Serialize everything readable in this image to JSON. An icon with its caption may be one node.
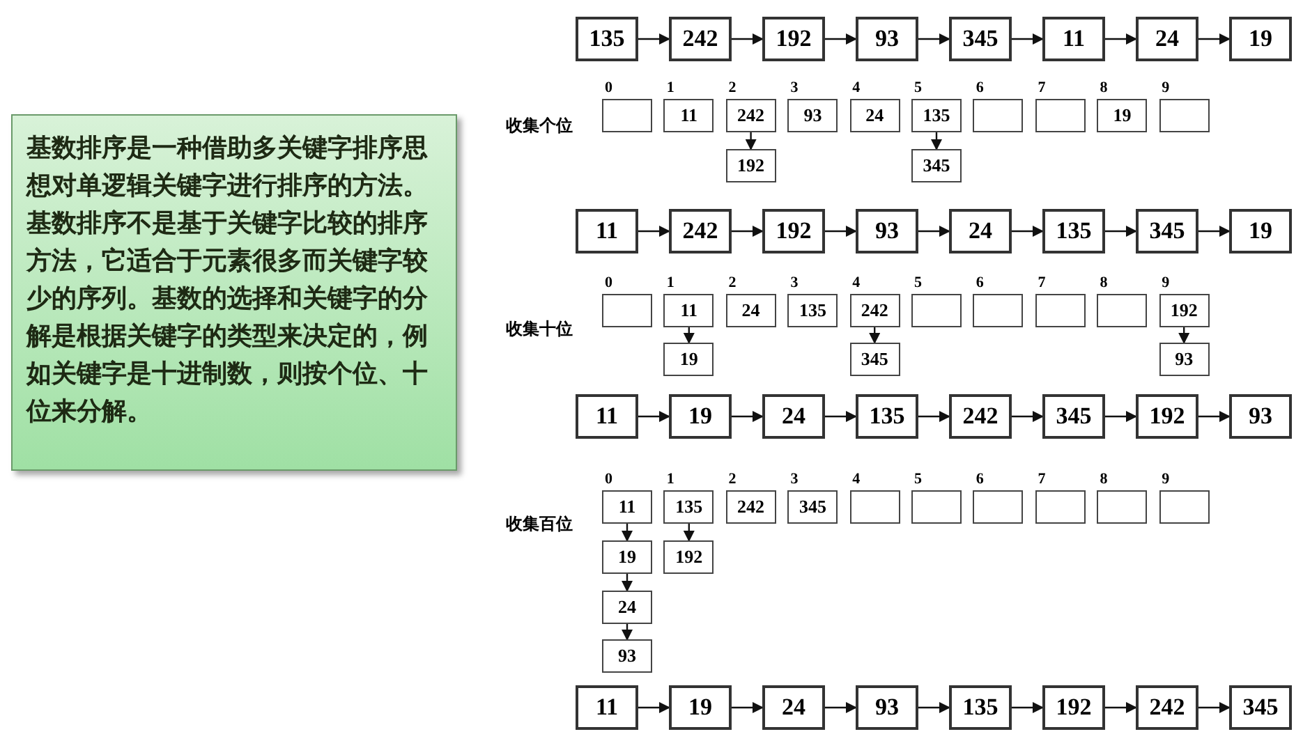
{
  "diagram": {
    "nodes": [
      {
        "text": [
          "基数排序是一种借助多关键字排序思想对单逻辑关键字进行排序的方法。基数排序不是基于关键字比较的排序方法，它适合于元素很多而关键字较少的序列。基数的选择和关键字的分解是根据关键字的类型来决定的，例如关键字是十进制数，则按个位、十位来分解。"
        ]
      },
      {
        "text": [
          "135"
        ]
      },
      {
        "text": [
          "242"
        ]
      },
      {
        "text": [
          "192"
        ]
      },
      {
        "text": [
          "93"
        ]
      },
      {
        "text": [
          "345"
        ]
      },
      {
        "text": [
          "11"
        ]
      },
      {
        "text": [
          "24"
        ]
      },
      {
        "text": [
          "19"
        ]
      },
      {
        "text": [],
        "shape": "box",
        "beside": [
          "0"
        ]
      },
      {
        "text": [
          "11"
        ],
        "beside": [
          "1"
        ]
      },
      {
        "text": [
          "242"
        ],
        "beside": [
          "2"
        ]
      },
      {
        "text": [
          "93"
        ],
        "beside": [
          "3"
        ]
      },
      {
        "text": [
          "24"
        ],
        "beside": [
          "4"
        ]
      },
      {
        "text": [
          "135"
        ],
        "beside": [
          "5"
        ]
      },
      {
        "text": [],
        "shape": "box",
        "beside": [
          "6"
        ]
      },
      {
        "text": [],
        "shape": "box",
        "beside": [
          "7"
        ]
      },
      {
        "text": [
          "19"
        ],
        "beside": [
          "8"
        ]
      },
      {
        "text": [],
        "shape": "box",
        "beside": [
          "9"
        ]
      },
      {
        "text": [
          "192"
        ]
      },
      {
        "text": [
          "345"
        ]
      },
      {
        "text": [
          "11"
        ]
      },
      {
        "text": [
          "242"
        ]
      },
      {
        "text": [
          "192"
        ]
      },
      {
        "text": [
          "93"
        ]
      },
      {
        "text": [
          "24"
        ]
      },
      {
        "text": [
          "135"
        ]
      },
      {
        "text": [
          "345"
        ]
      },
      {
        "text": [
          "19"
        ]
      },
      {
        "text": [],
        "shape": "box",
        "beside": [
          "0"
        ]
      },
      {
        "text": [
          "11"
        ],
        "beside": [
          "1"
        ]
      },
      {
        "text": [
          "24"
        ],
        "beside": [
          "2"
        ]
      },
      {
        "text": [
          "135"
        ],
        "beside": [
          "3"
        ]
      },
      {
        "text": [
          "242"
        ],
        "beside": [
          "4"
        ]
      },
      {
        "text": [],
        "shape": "box",
        "beside": [
          "5"
        ]
      },
      {
        "text": [],
        "shape": "box",
        "beside": [
          "6"
        ]
      },
      {
        "text": [],
        "shape": "box",
        "beside": [
          "7"
        ]
      },
      {
        "text": [],
        "shape": "box",
        "beside": [
          "8"
        ]
      },
      {
        "text": [
          "192"
        ],
        "beside": [
          "9"
        ]
      },
      {
        "text": [
          "19"
        ]
      },
      {
        "text": [
          "345"
        ]
      },
      {
        "text": [
          "93"
        ]
      },
      {
        "text": [
          "11"
        ]
      },
      {
        "text": [
          "19"
        ]
      },
      {
        "text": [
          "24"
        ]
      },
      {
        "text": [
          "135"
        ]
      },
      {
        "text": [
          "242"
        ]
      },
      {
        "text": [
          "345"
        ]
      },
      {
        "text": [
          "192"
        ]
      },
      {
        "text": [
          "93"
        ]
      },
      {
        "text": [
          "11"
        ],
        "beside": [
          "0"
        ]
      },
      {
        "text": [
          "135"
        ],
        "beside": [
          "1"
        ]
      },
      {
        "text": [
          "242"
        ],
        "beside": [
          "2"
        ]
      },
      {
        "text": [
          "345"
        ],
        "beside": [
          "3"
        ]
      },
      {
        "text": [],
        "shape": "box",
        "beside": [
          "4"
        ]
      },
      {
        "text": [],
        "shape": "box",
        "beside": [
          "5"
        ]
      },
      {
        "text": [],
        "shape": "box",
        "beside": [
          "6"
        ]
      },
      {
        "text": [],
        "shape": "box",
        "beside": [
          "7"
        ]
      },
      {
        "text": [],
        "shape": "box",
        "beside": [
          "8"
        ]
      },
      {
        "text": [],
        "shape": "box",
        "beside": [
          "9"
        ]
      },
      {
        "text": [
          "19"
        ]
      },
      {
        "text": [
          "24"
        ]
      },
      {
        "text": [
          "93"
        ]
      },
      {
        "text": [
          "192"
        ]
      },
      {
        "text": [
          "11"
        ]
      },
      {
        "text": [
          "19"
        ]
      },
      {
        "text": [
          "24"
        ]
      },
      {
        "text": [
          "93"
        ]
      },
      {
        "text": [
          "135"
        ]
      },
      {
        "text": [
          "192"
        ]
      },
      {
        "text": [
          "242"
        ]
      },
      {
        "text": [
          "345"
        ]
      }
    ],
    "edges": [
      {
        "from": 1,
        "to": 2,
        "arrow": "to"
      },
      {
        "from": 2,
        "to": 3,
        "arrow": "to"
      },
      {
        "from": 3,
        "to": 4,
        "arrow": "to"
      },
      {
        "from": 4,
        "to": 5,
        "arrow": "to"
      },
      {
        "from": 5,
        "to": 6,
        "arrow": "to"
      },
      {
        "from": 6,
        "to": 7,
        "arrow": "to"
      },
      {
        "from": 7,
        "to": 8,
        "arrow": "to"
      },
      {
        "from": 11,
        "to": 19,
        "arrow": "to"
      },
      {
        "from": 14,
        "to": 20,
        "arrow": "to"
      },
      {
        "from": 21,
        "to": 22,
        "arrow": "to"
      },
      {
        "from": 22,
        "to": 23,
        "arrow": "to"
      },
      {
        "from": 23,
        "to": 24,
        "arrow": "to"
      },
      {
        "from": 24,
        "to": 25,
        "arrow": "to"
      },
      {
        "from": 25,
        "to": 26,
        "arrow": "to"
      },
      {
        "from": 26,
        "to": 27,
        "arrow": "to"
      },
      {
        "from": 27,
        "to": 28,
        "arrow": "to"
      },
      {
        "from": 30,
        "to": 39,
        "arrow": "to"
      },
      {
        "from": 33,
        "to": 40,
        "arrow": "to"
      },
      {
        "from": 38,
        "to": 41,
        "arrow": "to"
      },
      {
        "from": 42,
        "to": 43,
        "arrow": "to"
      },
      {
        "from": 43,
        "to": 44,
        "arrow": "to"
      },
      {
        "from": 44,
        "to": 45,
        "arrow": "to"
      },
      {
        "from": 45,
        "to": 46,
        "arrow": "to"
      },
      {
        "from": 46,
        "to": 47,
        "arrow": "to"
      },
      {
        "from": 47,
        "to": 48,
        "arrow": "to"
      },
      {
        "from": 48,
        "to": 49,
        "arrow": "to"
      },
      {
        "from": 50,
        "to": 60,
        "arrow": "to"
      },
      {
        "from": 60,
        "to": 61,
        "arrow": "to"
      },
      {
        "from": 61,
        "to": 62,
        "arrow": "to"
      },
      {
        "from": 51,
        "to": 63,
        "arrow": "to"
      },
      {
        "from": 64,
        "to": 65,
        "arrow": "to"
      },
      {
        "from": 65,
        "to": 66,
        "arrow": "to"
      },
      {
        "from": 66,
        "to": 67,
        "arrow": "to"
      },
      {
        "from": 67,
        "to": 68,
        "arrow": "to"
      },
      {
        "from": 68,
        "to": 69,
        "arrow": "to"
      },
      {
        "from": 69,
        "to": 70,
        "arrow": "to"
      },
      {
        "from": 70,
        "to": 71,
        "arrow": "to"
      }
    ],
    "labels": [
      "收集个位",
      "收集十位",
      "收集百位"
    ]
  }
}
